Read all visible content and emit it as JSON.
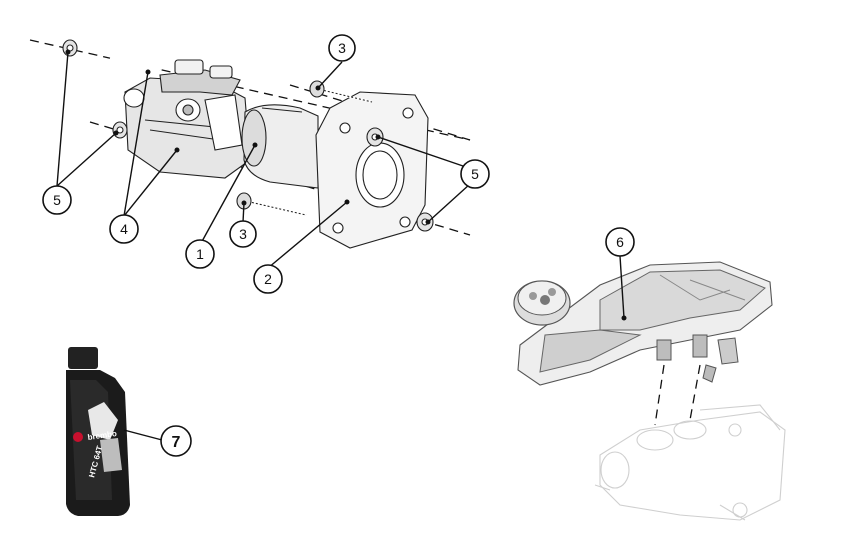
{
  "callouts": [
    {
      "id": "1",
      "text": "1"
    },
    {
      "id": "2",
      "text": "2"
    },
    {
      "id": "3a",
      "text": "3"
    },
    {
      "id": "3b",
      "text": "3"
    },
    {
      "id": "4",
      "text": "4"
    },
    {
      "id": "5a",
      "text": "5"
    },
    {
      "id": "5b",
      "text": "5"
    },
    {
      "id": "6",
      "text": "6"
    },
    {
      "id": "7",
      "text": "7"
    }
  ],
  "bottle": {
    "brand": "brembo",
    "product": "HTC 64T"
  },
  "colors": {
    "line": "#111111",
    "bottle_body": "#1b1b1b",
    "brand_red": "#c8102e",
    "ghost": "#cfcfcf"
  }
}
